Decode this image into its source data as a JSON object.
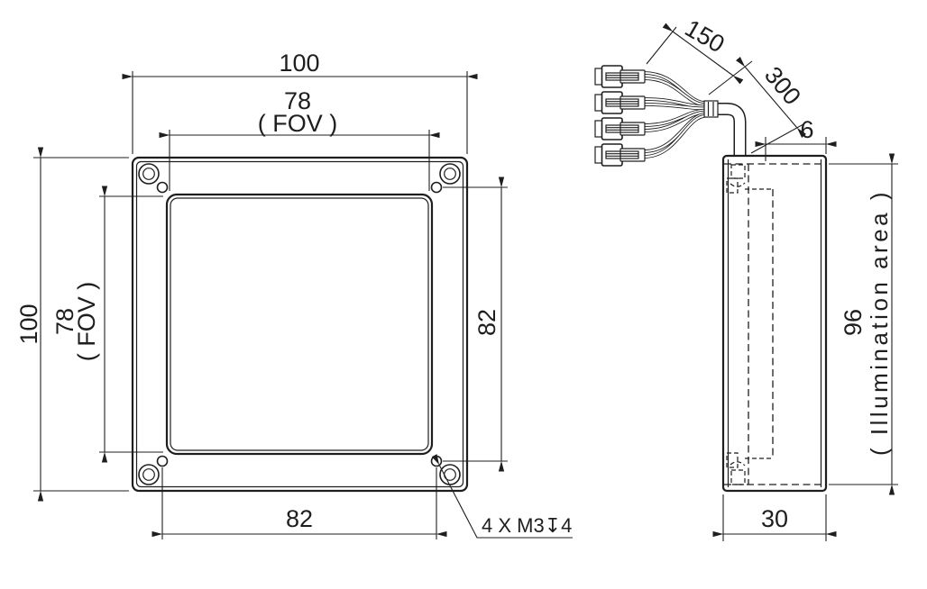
{
  "colors": {
    "line": "#1e1e1e",
    "background": "#ffffff"
  },
  "front_view": {
    "width_total": "100",
    "width_fov": "78",
    "width_fov_note": "( FOV )",
    "height_total": "100",
    "height_fov": "78",
    "height_fov_note": "( FOV )",
    "holes_spacing_horizontal": "82",
    "holes_spacing_vertical": "82",
    "thread_callout": "4 X M3↧4"
  },
  "side_view": {
    "wire_length": "150",
    "cable_length": "300",
    "cable_offset": "6",
    "body_depth": "30",
    "illumination_height": "96",
    "illumination_note": "( Illumination area )"
  }
}
